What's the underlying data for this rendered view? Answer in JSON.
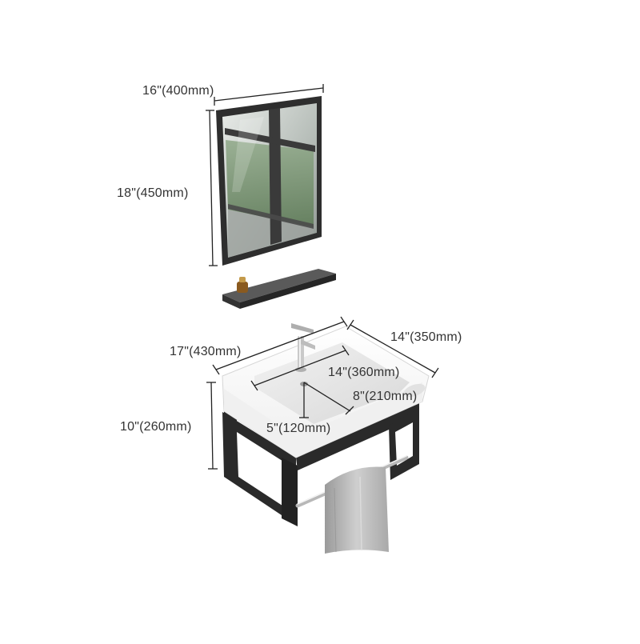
{
  "product": {
    "mirror_width": "16\"(400mm)",
    "mirror_height": "18\"(450mm)",
    "basin_width": "17\"(430mm)",
    "basin_depth": "14\"(350mm)",
    "bowl_width": "14\"(360mm)",
    "bowl_depth": "8\"(210mm)",
    "bowl_height": "5\"(120mm)",
    "stand_height": "10\"(260mm)"
  },
  "colors": {
    "frame": "#2b2b2b",
    "ceramic": "#ffffff",
    "towel": "#bdbdbd",
    "dimension_line": "#222222"
  }
}
